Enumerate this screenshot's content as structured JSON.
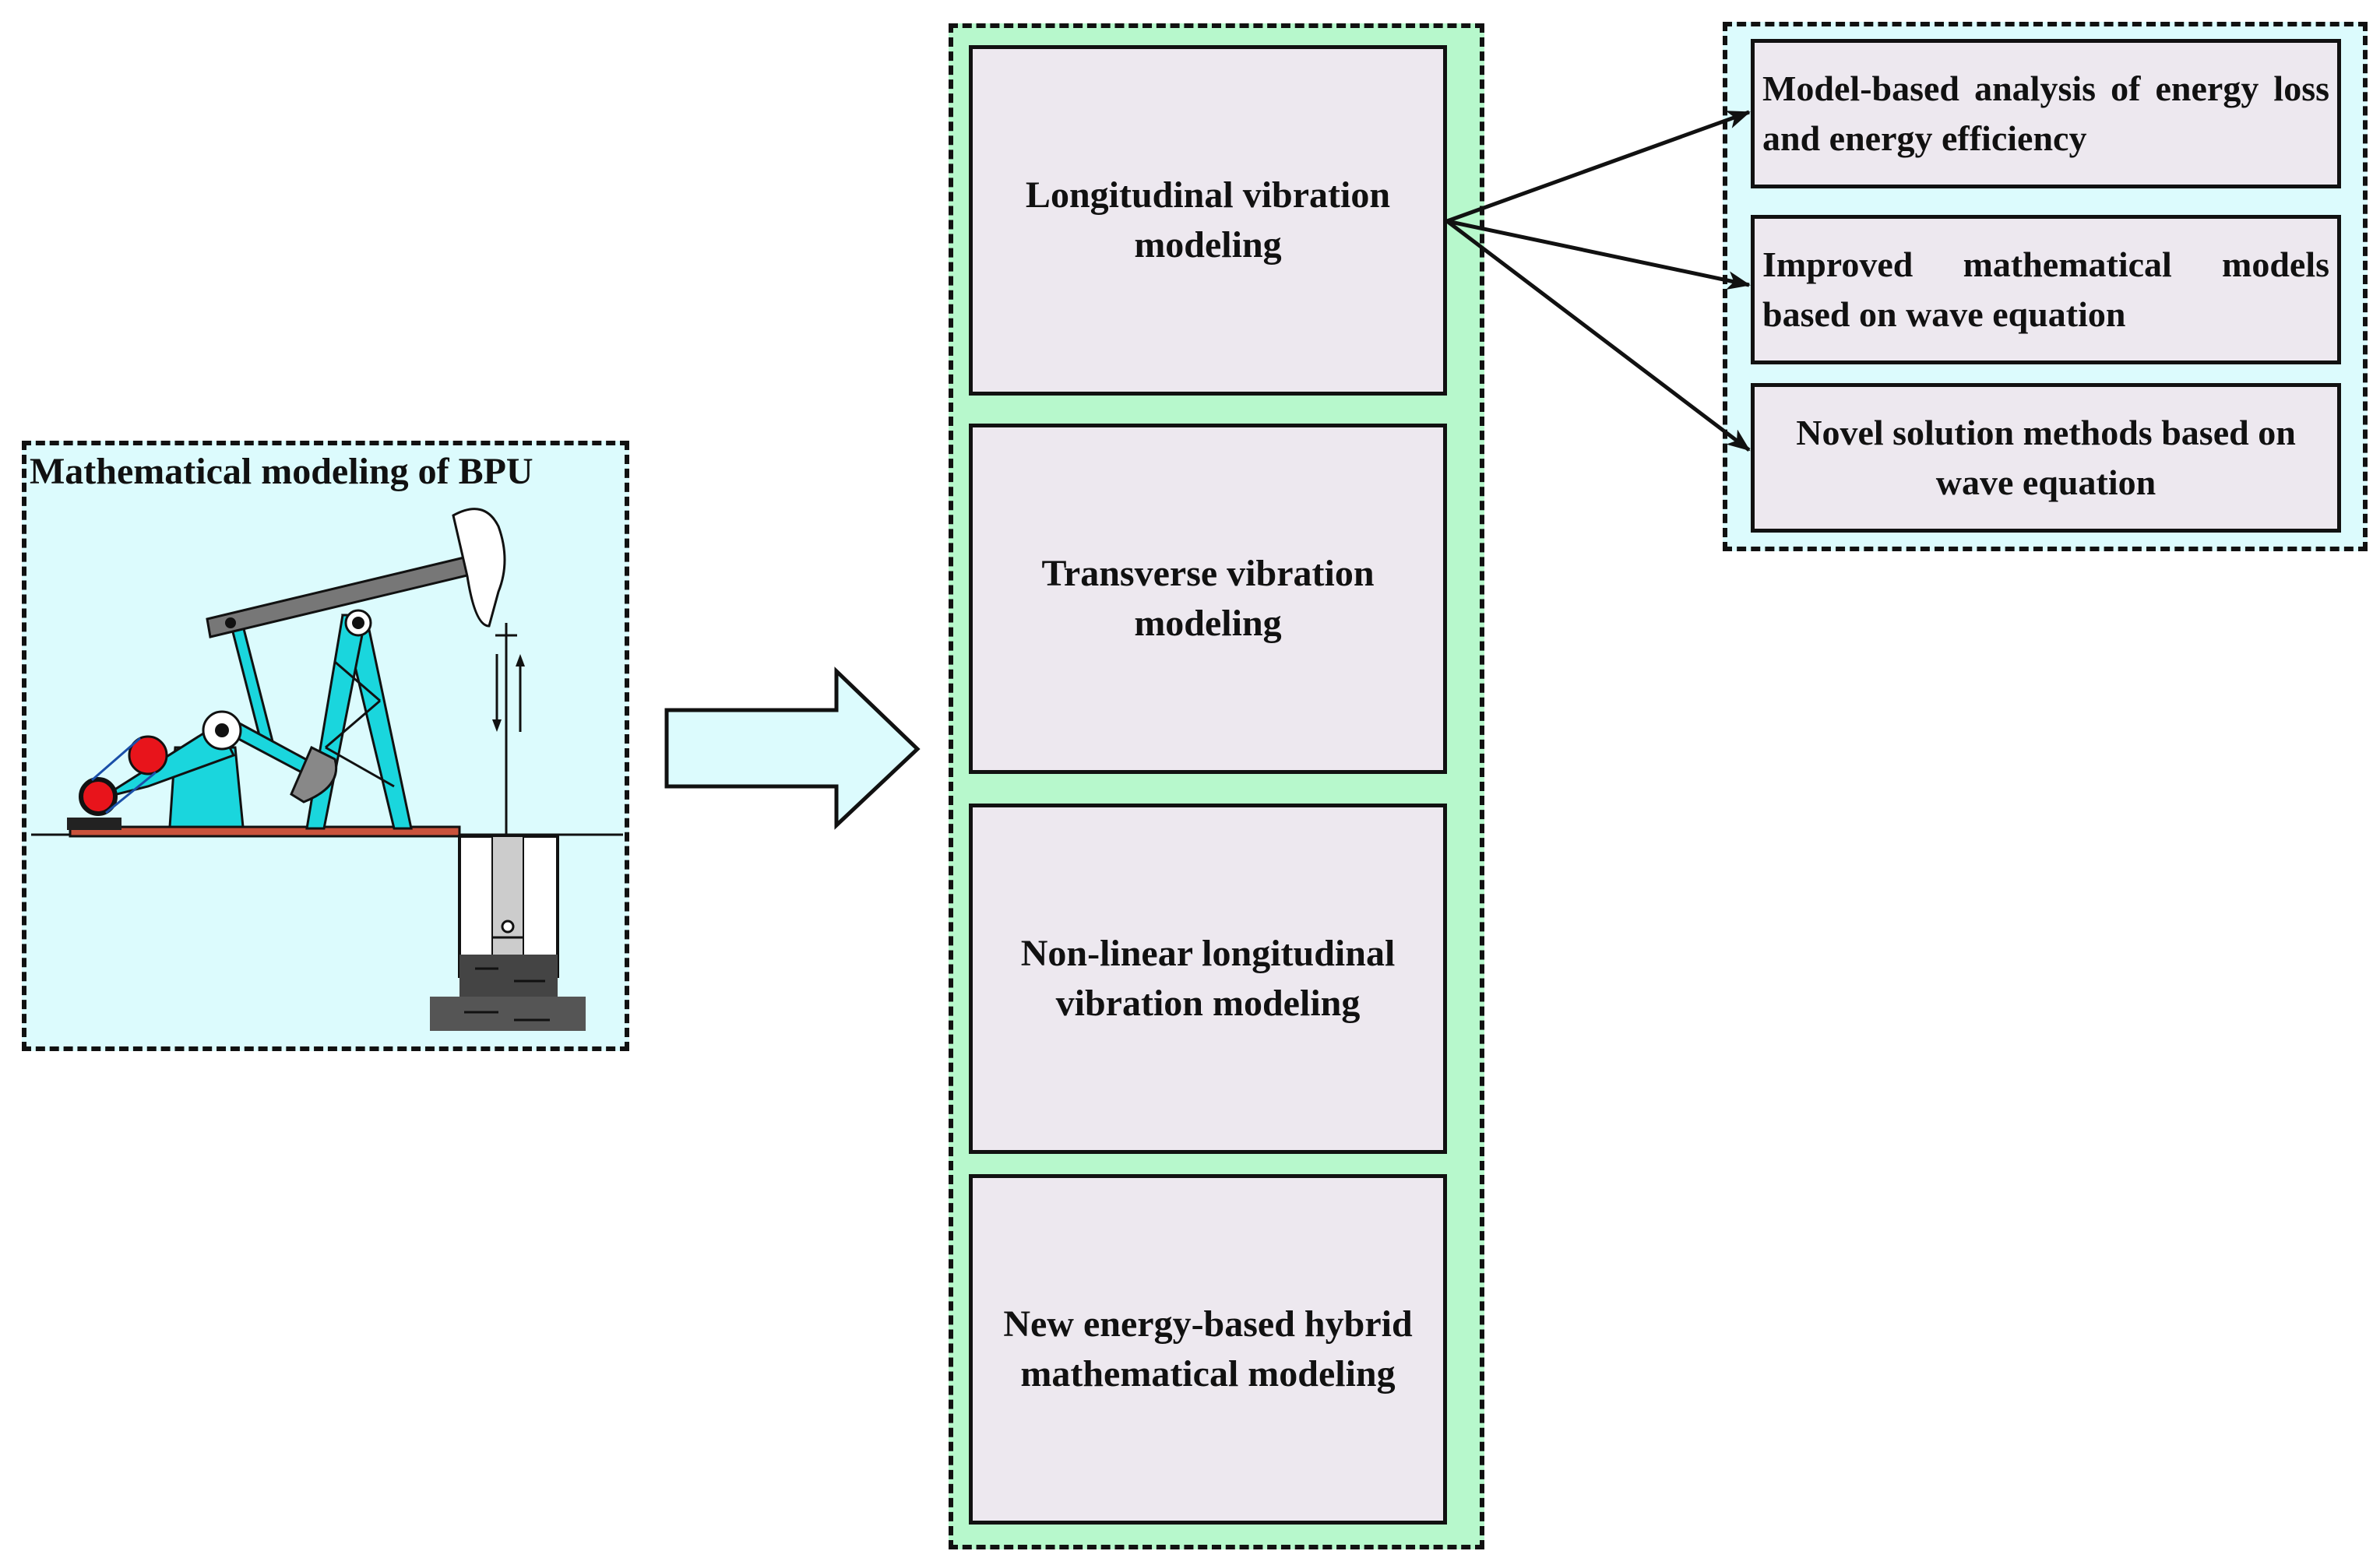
{
  "left_panel": {
    "title": "Mathematical modeling of BPU"
  },
  "center_boxes": [
    {
      "label": "Longitudinal vibration modeling"
    },
    {
      "label": "Transverse vibration modeling"
    },
    {
      "label": "Non-linear longitudinal vibration modeling"
    },
    {
      "label": "New energy-based hybrid mathematical modeling"
    }
  ],
  "right_boxes": [
    {
      "label": "Model-based analysis of energy loss and energy efficiency"
    },
    {
      "label": "Improved mathematical models based on wave equation"
    },
    {
      "label": "Novel solution methods based on wave equation"
    }
  ],
  "colors": {
    "panel_light_cyan": "#dcfbfd",
    "panel_green": "#b7f8cc",
    "box_fill": "#ede8ef",
    "pump_cyan": "#1ad6dd",
    "accent_red": "#e8141b"
  }
}
